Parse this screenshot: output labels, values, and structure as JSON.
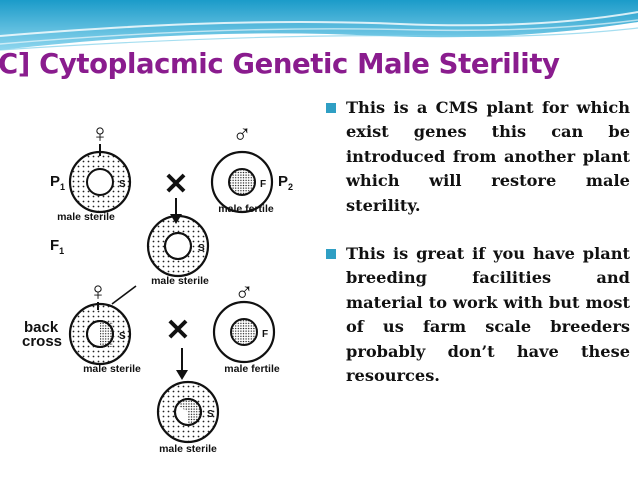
{
  "title": "C] Cytoplacmic Genetic Male Sterility",
  "colors": {
    "title": "#8a1c8e",
    "banner": "#29a7d4",
    "bullet": "#2f9fc4"
  },
  "bullets": [
    "This is a CMS plant for which exist genes this can be introduced from another plant which will restore male sterility.",
    "This is great if you have plant breeding facilities and material to work with but most of us farm scale breeders probably don’t have these resources."
  ],
  "diagram": {
    "female_symbol": "♀",
    "male_symbol": "♂",
    "cross_symbol": "✕",
    "p1": "P",
    "p1_sub": "1",
    "p2": "P",
    "p2_sub": "2",
    "f1": "F",
    "f1_sub": "1",
    "backcross_line1": "back",
    "backcross_line2": "cross",
    "cyto_s": "S",
    "cyto_f": "F",
    "male_sterile": "male sterile",
    "male_fertile": "male fertile"
  }
}
